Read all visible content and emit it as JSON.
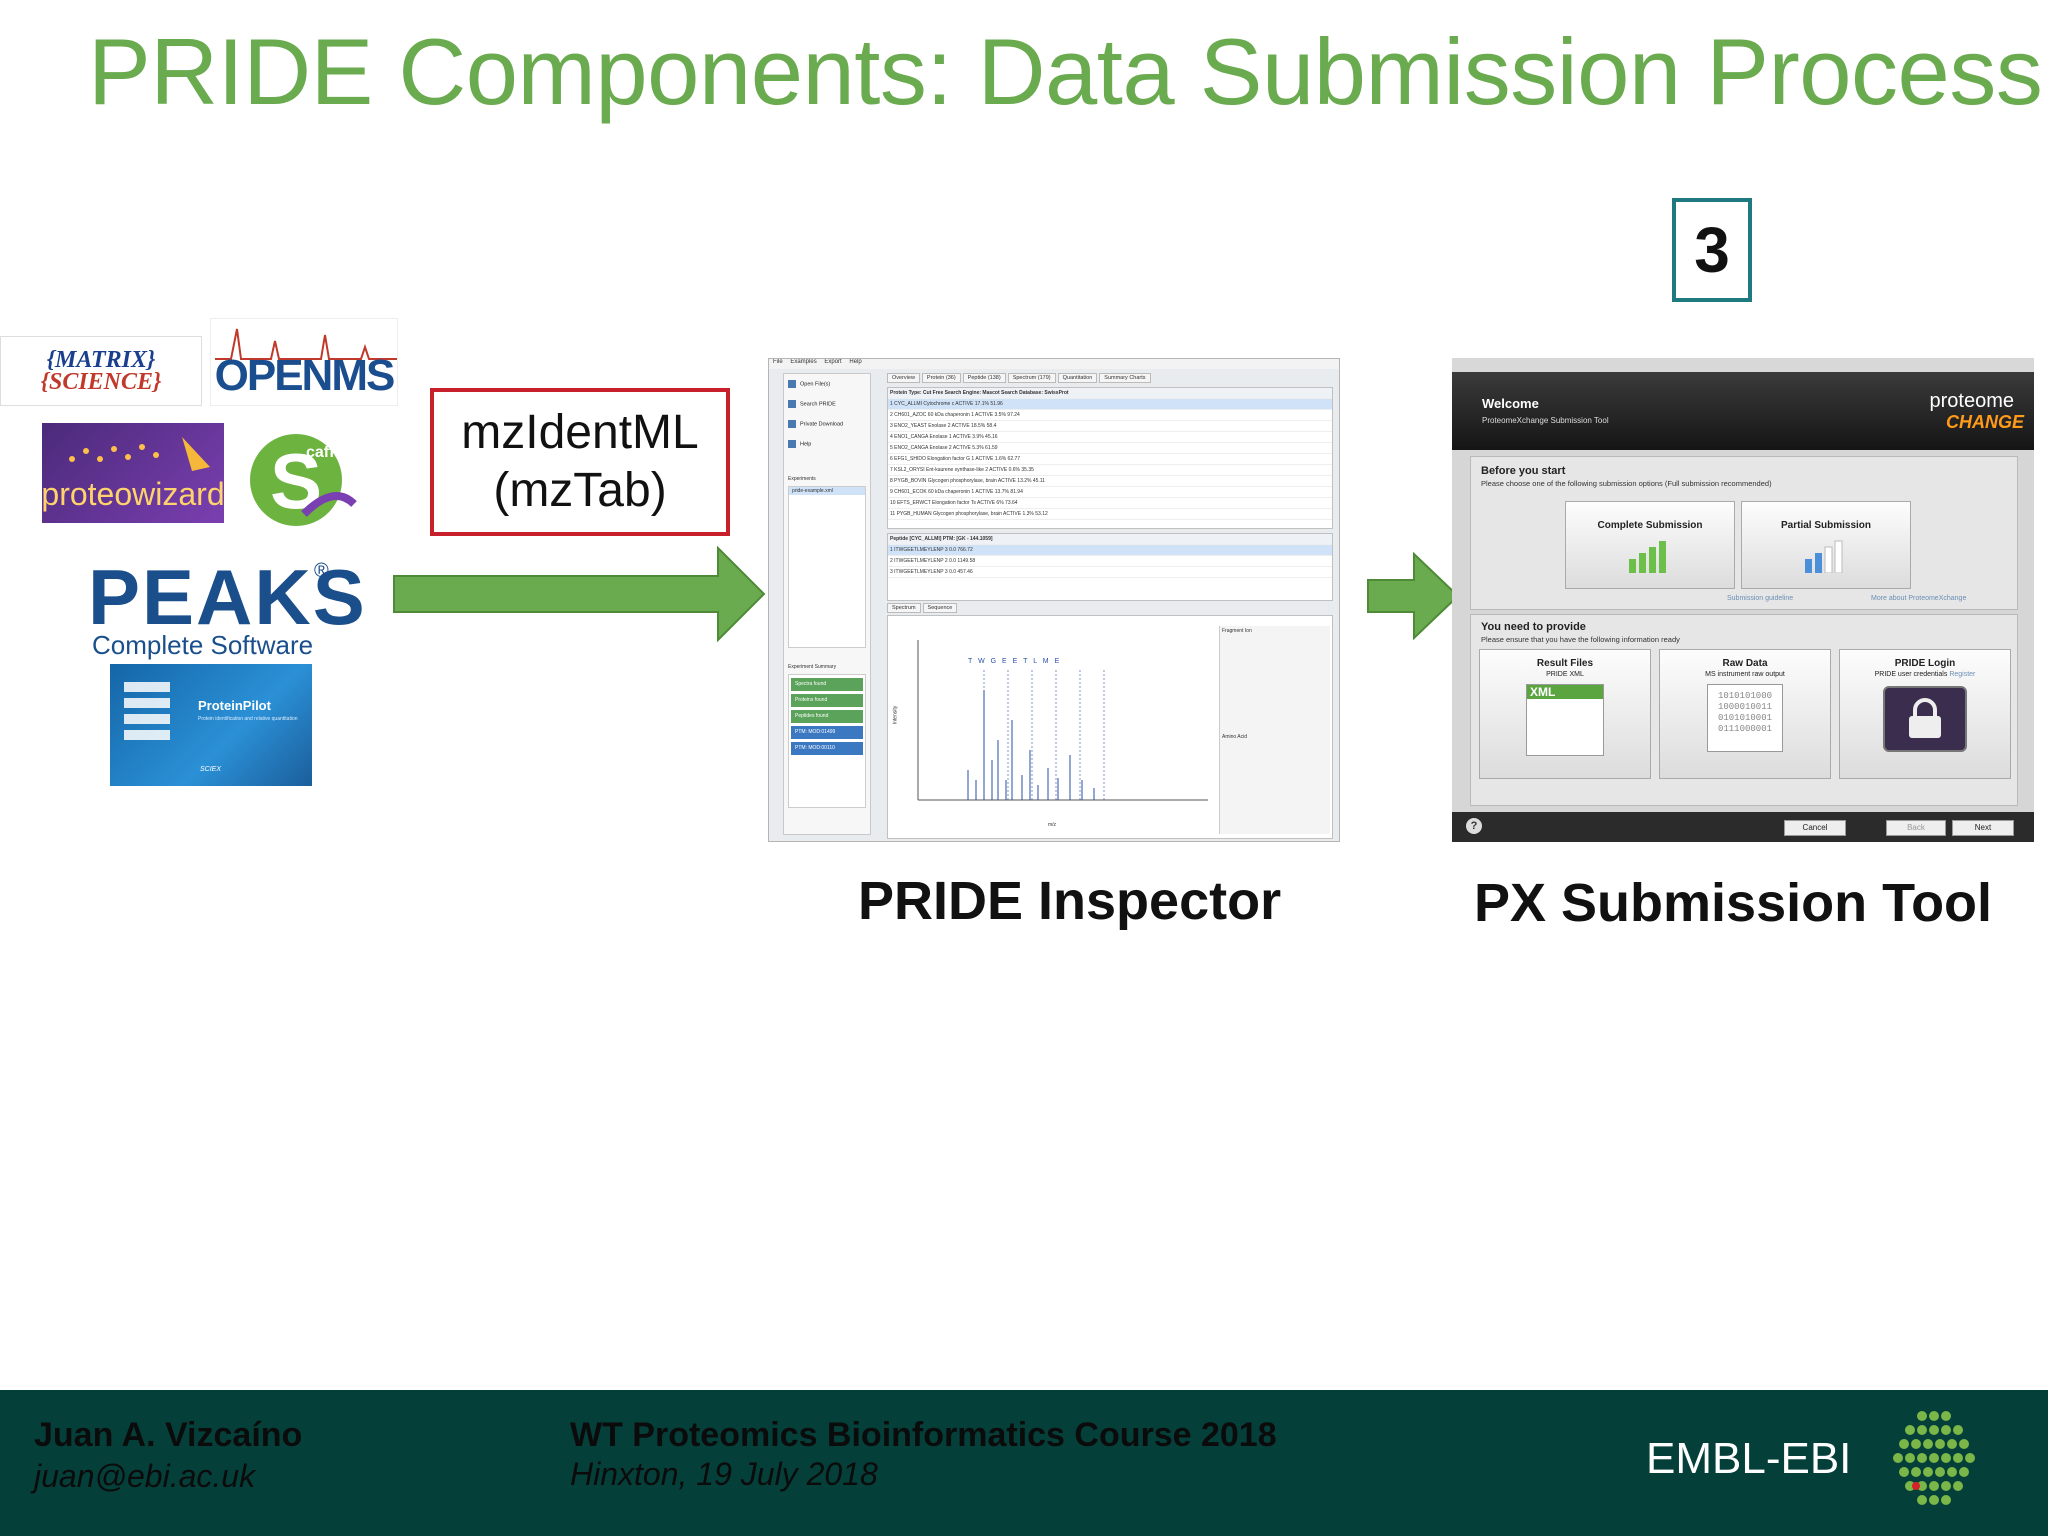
{
  "slide": {
    "title": "PRIDE Components: Data Submission Process",
    "step_number": "3",
    "format_box": {
      "line1": "mzIdentML",
      "line2": "(mzTab)"
    },
    "captions": {
      "inspector": "PRIDE Inspector",
      "px_tool": "PX Submission Tool"
    }
  },
  "logos": {
    "matrix_science": {
      "line1": "{MATRIX}",
      "line2": "{SCIENCE}"
    },
    "openms": {
      "open": "OPEN",
      "ms": "MS"
    },
    "proteowizard": "proteowizard",
    "scaffold": "caffold",
    "peaks": {
      "word": "PEAKS",
      "reg": "®",
      "sub": "Complete Software"
    },
    "proteinpilot": {
      "name": "ProteinPilot",
      "sub": "Protein identification and relative quantitation",
      "brand": "SCIEX"
    }
  },
  "inspector": {
    "menu": [
      "File",
      "Examples",
      "Export",
      "Help"
    ],
    "left_buttons": [
      "Open File(s)",
      "Search PRIDE",
      "Private Download",
      "Help"
    ],
    "experiments_label": "Experiments",
    "experiment_item": "pride-example.xml",
    "summary_label": "Experiment Summary",
    "summary_rows": [
      "Spectra found",
      "Proteins found",
      "Peptides found",
      "PTM: MOD:01499",
      "PTM: MOD:00110"
    ],
    "tabs": [
      "Overview",
      "Protein (36)",
      "Peptide (138)",
      "Spectrum (179)",
      "Quantitation",
      "Summary Charts"
    ],
    "protein_header": "Protein   Type: Cut Free   Search Engine: Mascot   Search Database: SwissProt",
    "protein_rows": [
      "1  CYC_ALLMI  Cytochrome c   ACTIVE  17.1%  51.96",
      "2  CH601_AZOC  60 kDa chaperonin 1   ACTIVE  3.5%  97.24",
      "3  ENO2_YEAST  Enolase 2   ACTIVE  18.5%  58.4",
      "4  ENO1_CANGA  Enolase 1   ACTIVE  3.9%  45.16",
      "5  ENO2_CANGA  Enolase 2   ACTIVE  5.3%  61.59",
      "6  EFG1_SHIDO  Elongation factor G 1   ACTIVE  1.6%  62.77",
      "7  KSL2_ORYSI  Ent-kaurene synthase-like 2   ACTIVE  0.6%  35.35",
      "8  PYGB_BOVIN  Glycogen phosphorylase, brain   ACTIVE  13.2%  45.11",
      "9  CH601_ECOK  60 kDa chaperonin 1   ACTIVE  13.7%  81.94",
      "10  EFTS_ERWCT  Elongation factor Ts   ACTIVE  6%  73.64",
      "11  PYGB_HUMAN  Glycogen phosphorylase, brain   ACTIVE  1.3%  53.12"
    ],
    "peptide_header": "Peptide [CYC_ALLMI]  PTM: [GK - 144.1059]",
    "peptide_rows": [
      "1  ITWGEETLMEYLENP   3   0.0   766.72",
      "2  ITWGEETLMEYLENP   2   0.0   1149.58",
      "3  ITWGEETLMEYLENP   3   0.0   457.46"
    ],
    "spectrum_tabs": [
      "Spectrum",
      "Sequence"
    ],
    "sequence_letters": "T  W  G  E  E  T  L  M  E",
    "xaxis": "m/z",
    "yaxis": "Intensity",
    "panel_labels": [
      "Fragment Ion",
      "Amino Acid"
    ]
  },
  "px_tool": {
    "welcome": "Welcome",
    "welcome_sub": "ProteomeXchange Submission Tool",
    "logo_top": "proteome",
    "logo_bottom": "CHANGE",
    "before_title": "Before you start",
    "before_sub": "Please choose one of the following submission options (Full submission recommended)",
    "complete": "Complete Submission",
    "partial": "Partial Submission",
    "link1": "Submission guideline",
    "link2": "More about ProteomeXchange",
    "provide_title": "You need to provide",
    "provide_sub": "Please ensure that you have the following information ready",
    "cards": [
      {
        "title": "Result Files",
        "sub": "PRIDE XML"
      },
      {
        "title": "Raw Data",
        "sub": "MS instrument raw output"
      },
      {
        "title": "PRIDE Login",
        "sub": "PRIDE user credentials"
      }
    ],
    "register": "Register",
    "xml_label": "XML",
    "binary": [
      "1010101000",
      "1000010011",
      "0101010001",
      "0111000001"
    ],
    "buttons": {
      "cancel": "Cancel",
      "back": "Back",
      "next": "Next"
    }
  },
  "footer": {
    "name": "Juan A. Vizcaíno",
    "email": "juan@ebi.ac.uk",
    "course": "WT Proteomics Bioinformatics Course 2018",
    "location": "Hinxton, 19 July 2018",
    "org": "EMBL-EBI"
  },
  "colors": {
    "title": "#6aab4f",
    "arrow": "#6aab4f",
    "footer_bg": "#053f3a",
    "step_border": "#1f7a80",
    "format_border": "#c8202a"
  }
}
